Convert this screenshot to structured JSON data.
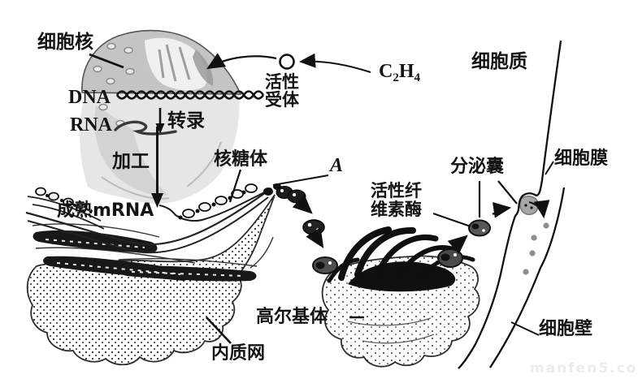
{
  "figure": {
    "labels": {
      "nucleus": "细胞核",
      "dna": "DNA",
      "transcription": "转录",
      "rna": "RNA",
      "processing": "加工",
      "mature_mrna": "成熟mRNA",
      "ribosome": "核糖体",
      "vesicle_a": "A",
      "active_receptor": "活性受体",
      "cytoplasm": "细胞质",
      "cell_membrane": "细胞膜",
      "secretory_vesicle": "分泌囊",
      "active_cellulase": "活性纤维素酶",
      "golgi": "高尔基体",
      "endoplasmic_reticulum": "内质网",
      "cell_wall": "细胞壁"
    },
    "ethylene": {
      "base1": "C",
      "sub1": "2",
      "base2": "H",
      "sub2": "4"
    },
    "watermark": "manfen5.com",
    "colors": {
      "ink": "#141414",
      "nucleus_gray": "#c6c6c6",
      "secreted_dot_gray": "#8f8f8f",
      "watermark_gray": "#ececec"
    }
  }
}
